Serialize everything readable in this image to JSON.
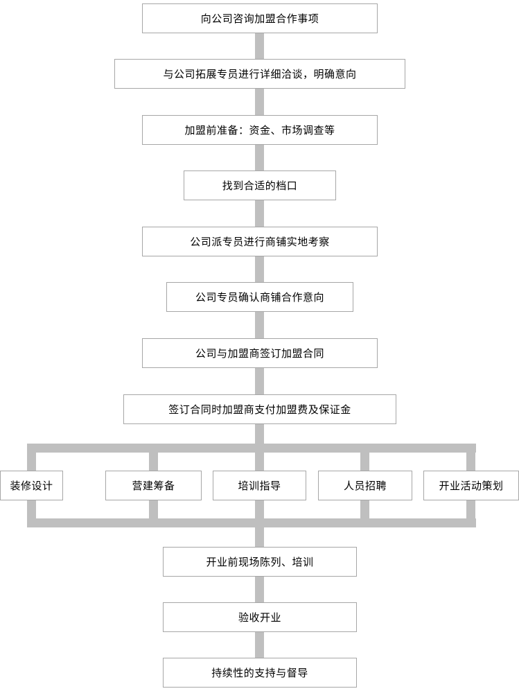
{
  "flowchart": {
    "title": "franchise-process-flowchart",
    "connector_color": "#bfbfbf",
    "box_border_color": "#a6a6a6",
    "main_steps": [
      "向公司咨询加盟合作事项",
      "与公司拓展专员进行详细洽谈，明确意向",
      "加盟前准备：资金、市场调查等",
      "找到合适的档口",
      "公司派专员进行商铺实地考察",
      "公司专员确认商铺合作意向",
      "公司与加盟商签订加盟合同",
      "签订合同时加盟商支付加盟费及保证金"
    ],
    "parallel_steps": [
      "装修设计",
      "营建筹备",
      "培训指导",
      "人员招聘",
      "开业活动策划"
    ],
    "final_steps": [
      "开业前现场陈列、培训",
      "验收开业",
      "持续性的支持与督导"
    ]
  }
}
